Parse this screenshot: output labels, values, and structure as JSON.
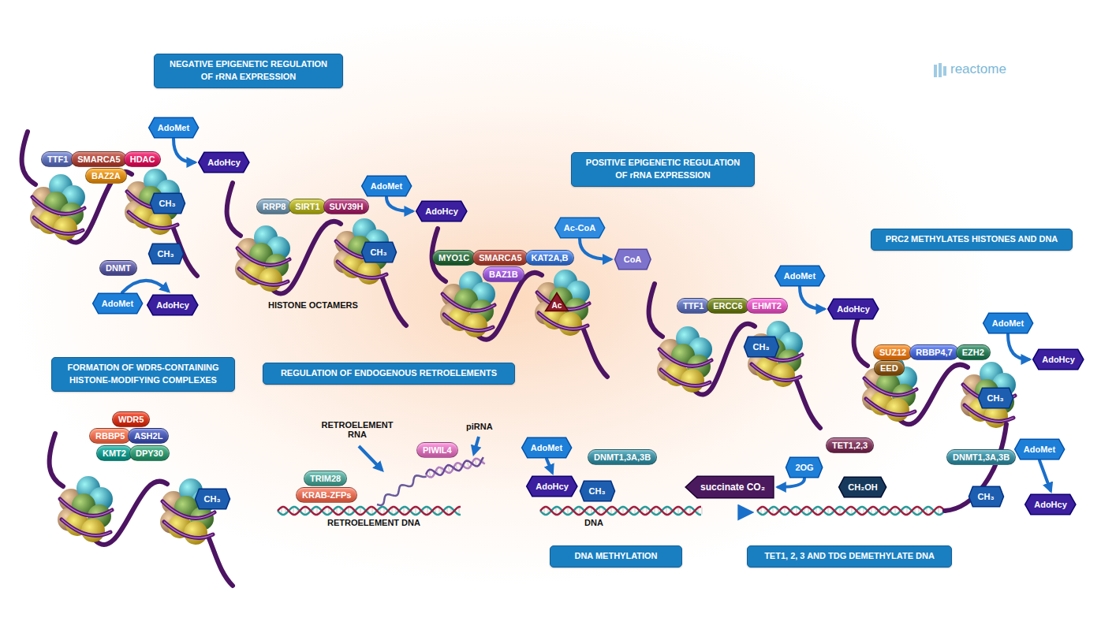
{
  "diagram": {
    "nodes": [
      {
        "text": [
          "NEGATIVE EPIGENETIC REGULATION OF rRNA EXPRESSION"
        ]
      },
      {
        "text": [
          "TTF1"
        ]
      },
      {
        "text": [
          "SMARCA5"
        ]
      },
      {
        "text": [
          "HDAC"
        ]
      },
      {
        "text": [
          "BAZ2A"
        ]
      },
      {
        "text": [
          "AdoMet"
        ]
      },
      {
        "text": [
          "AdoHcy"
        ]
      },
      {
        "text": [
          "CH₃"
        ]
      },
      {
        "text": [
          "CH₃"
        ]
      },
      {
        "text": [
          "DNMT"
        ]
      },
      {
        "text": [
          "AdoMet"
        ]
      },
      {
        "text": [
          "AdoHcy"
        ]
      },
      {
        "text": [
          "RRP8"
        ]
      },
      {
        "text": [
          "SIRT1"
        ]
      },
      {
        "text": [
          "SUV39H"
        ]
      },
      {
        "text": [
          "AdoMet"
        ]
      },
      {
        "text": [
          "AdoHcy"
        ]
      },
      {
        "text": [
          "CH₃"
        ]
      },
      {
        "text": [
          "POSITIVE EPIGENETIC REGULATION OF rRNA EXPRESSION"
        ]
      },
      {
        "text": [
          "Ac-CoA"
        ]
      },
      {
        "text": [
          "CoA"
        ]
      },
      {
        "text": [
          "MYO1C"
        ]
      },
      {
        "text": [
          "SMARCA5"
        ]
      },
      {
        "text": [
          "KAT2A,B"
        ]
      },
      {
        "text": [
          "BAZ1B"
        ]
      },
      {
        "text": [
          "Ac"
        ]
      },
      {
        "text": [
          "TTF1"
        ]
      },
      {
        "text": [
          "ERCC6"
        ]
      },
      {
        "text": [
          "EHMT2"
        ]
      },
      {
        "text": [
          "AdoMet"
        ]
      },
      {
        "text": [
          "AdoHcy"
        ]
      },
      {
        "text": [
          "CH₃"
        ]
      },
      {
        "text": [
          "PRC2 METHYLATES HISTONES AND DNA"
        ]
      },
      {
        "text": [
          "AdoMet"
        ]
      },
      {
        "text": [
          "AdoHcy"
        ]
      },
      {
        "text": [
          "SUZ12"
        ]
      },
      {
        "text": [
          "RBBP4,7"
        ]
      },
      {
        "text": [
          "EZH2"
        ]
      },
      {
        "text": [
          "EED"
        ]
      },
      {
        "text": [
          "CH₃"
        ]
      },
      {
        "text": [
          "FORMATION OF WDR5-CONTAINING HISTONE-MODIFYING COMPLEXES"
        ]
      },
      {
        "text": [
          "WDR5"
        ]
      },
      {
        "text": [
          "RBBP5"
        ]
      },
      {
        "text": [
          "ASH2L"
        ]
      },
      {
        "text": [
          "KMT2"
        ]
      },
      {
        "text": [
          "DPY30"
        ]
      },
      {
        "text": [
          "CH₃"
        ]
      },
      {
        "text": [
          "REGULATION OF ENDOGENOUS RETROELEMENTS"
        ]
      },
      {
        "text": [
          "TRIM28"
        ]
      },
      {
        "text": [
          "KRAB-ZFPs"
        ]
      },
      {
        "text": [
          "PIWIL4"
        ]
      },
      {
        "text": [
          "AdoMet"
        ]
      },
      {
        "text": [
          "AdoHcy"
        ]
      },
      {
        "text": [
          "DNMT1,3A,3B"
        ]
      },
      {
        "text": [
          "CH₃"
        ]
      },
      {
        "text": [
          "DNA METHYLATION"
        ]
      },
      {
        "text": [
          "2OG"
        ]
      },
      {
        "text": [
          "TET1,2,3"
        ]
      },
      {
        "text": [
          "succinate CO₂"
        ]
      },
      {
        "text": [
          "CH₂OH"
        ]
      },
      {
        "text": [
          "TET1, 2, 3 AND TDG DEMETHYLATE DNA"
        ]
      },
      {
        "text": [
          "DNMT1,3A,3B"
        ]
      },
      {
        "text": [
          "AdoMet"
        ]
      },
      {
        "text": [
          "CH₃"
        ]
      },
      {
        "text": [
          "AdoHcy"
        ]
      }
    ],
    "edges": [
      {
        "from": 5,
        "to": 6,
        "arrow": "to"
      },
      {
        "from": 10,
        "to": 11,
        "arrow": "to"
      },
      {
        "from": 15,
        "to": 16,
        "arrow": "to"
      },
      {
        "from": 19,
        "to": 20,
        "arrow": "to"
      },
      {
        "from": 29,
        "to": 30,
        "arrow": "to"
      },
      {
        "from": 33,
        "to": 34,
        "arrow": "to"
      },
      {
        "from": 51,
        "to": 52,
        "arrow": "to"
      },
      {
        "from": 56,
        "to": 58,
        "arrow": "to"
      },
      {
        "from": 62,
        "to": 64,
        "arrow": "to"
      }
    ],
    "labels": [
      "HISTONE OCTAMERS",
      "RETROELEMENT RNA",
      "piRNA",
      "RETROELEMENT DNA",
      "DNA",
      "reactome"
    ]
  }
}
